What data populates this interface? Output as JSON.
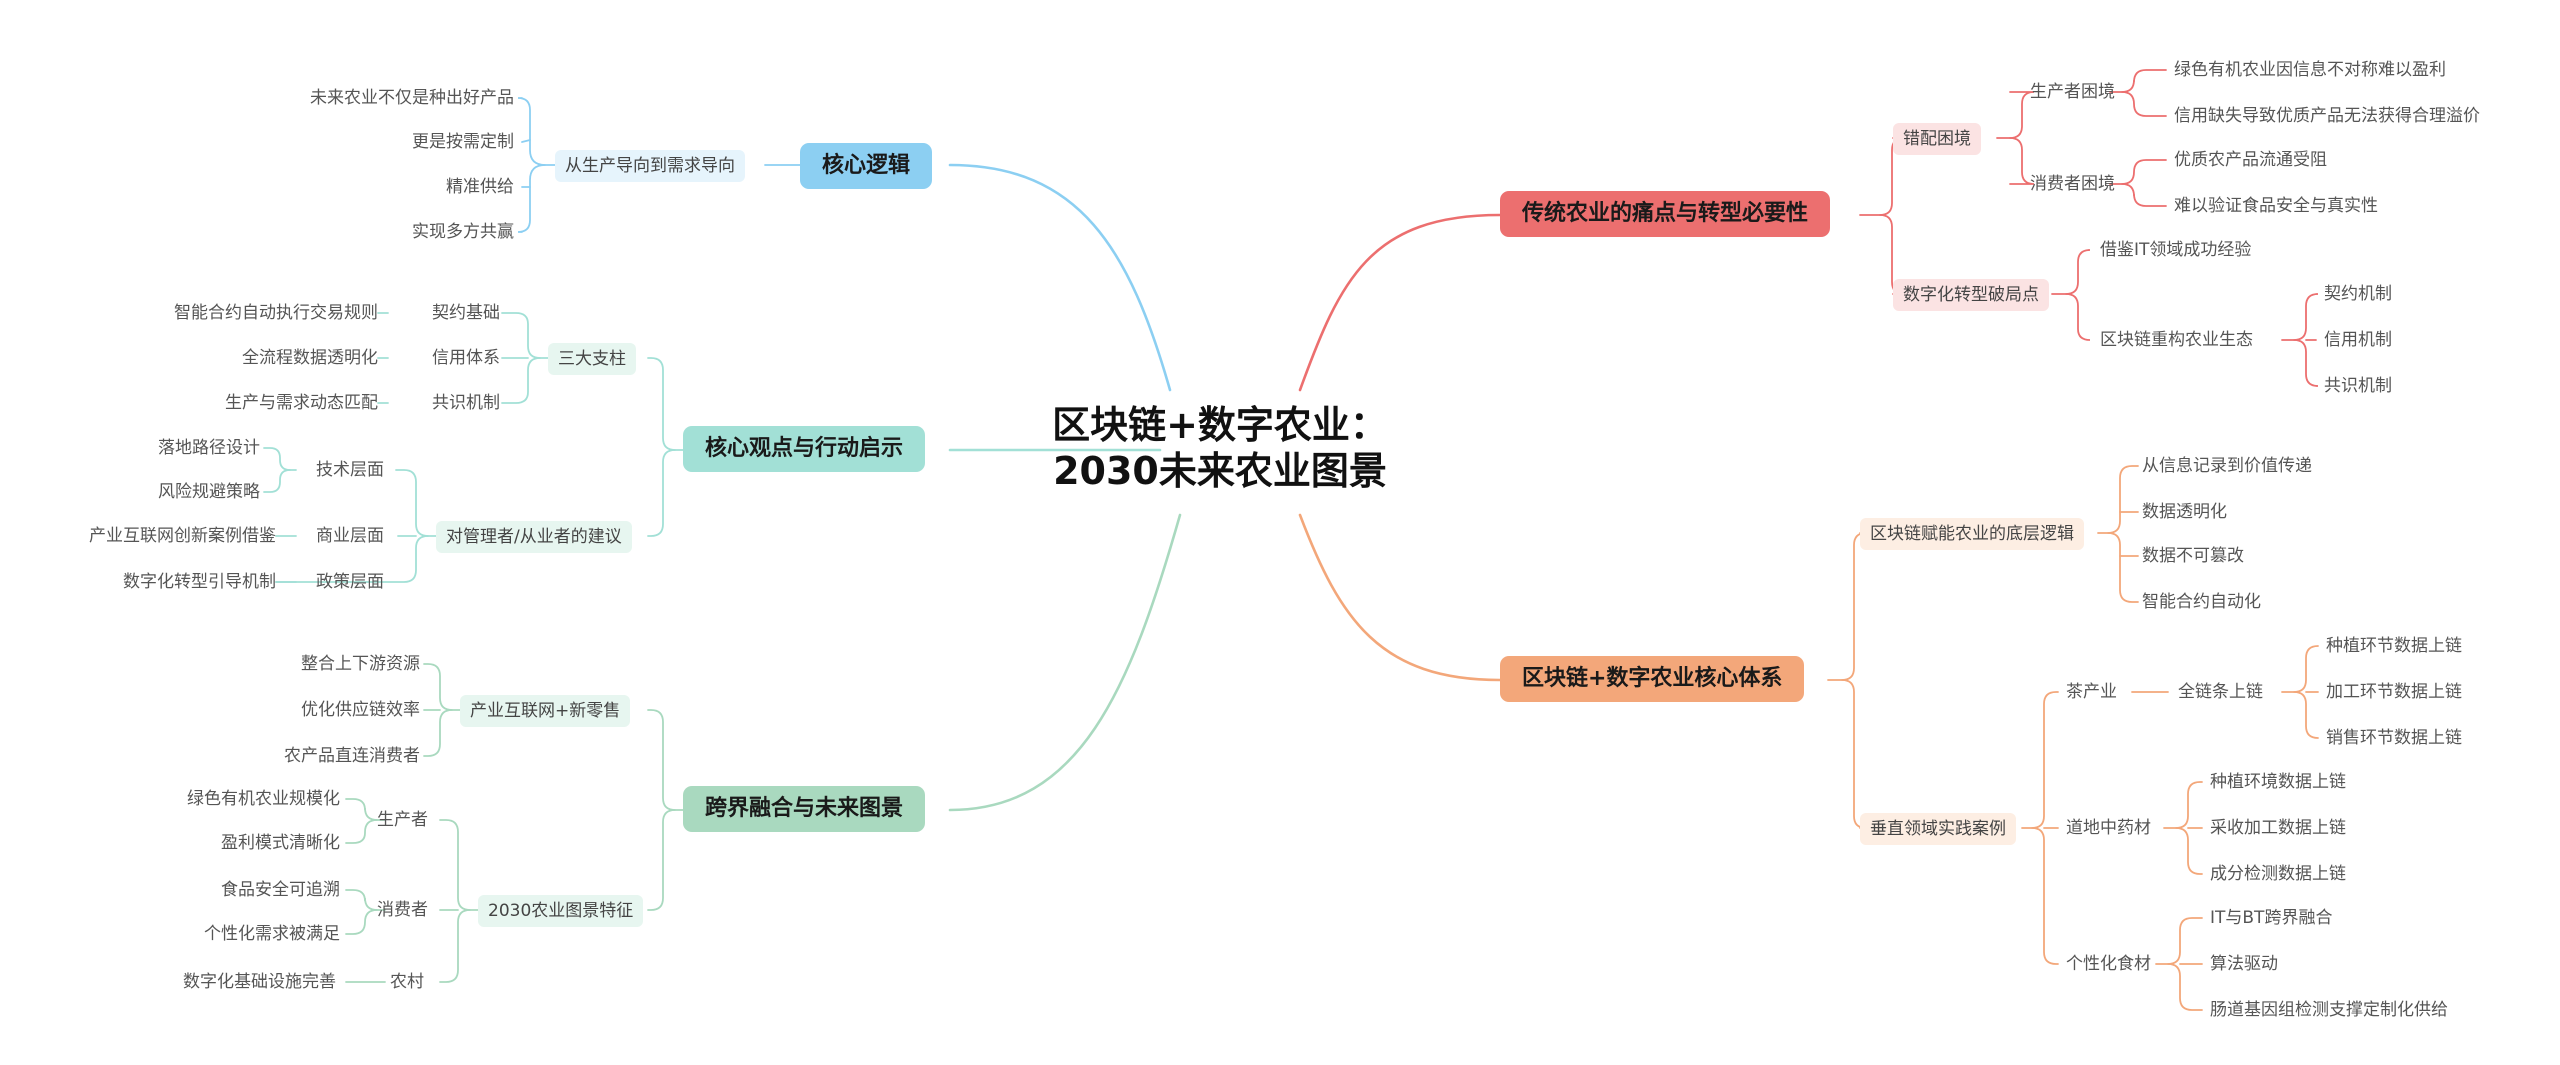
{
  "title": [
    "区块链+数字农业：",
    "2030未来农业图景"
  ],
  "colors": {
    "core_logic": "#8ccff2",
    "core_view": "#a2e0d6",
    "cross": "#a9d9bf",
    "pain": "#ec6f6f",
    "system": "#f3a77a",
    "pain_sub": "#fbe3e3",
    "system_sub": "#fdeee3",
    "blue_sub": "#e6f4fc",
    "green_sub": "#e7f6f0"
  },
  "nodes": {
    "core_logic": "核心逻辑",
    "demand_driven": "从生产导向到需求导向",
    "cl_items": [
      "未来农业不仅是种出好产品",
      "更是按需定制",
      "精准供给",
      "实现多方共赢"
    ],
    "core_view": "核心观点与行动启示",
    "three_pillars": "三大支柱",
    "pillars": [
      {
        "name": "契约基础",
        "desc": "智能合约自动执行交易规则"
      },
      {
        "name": "信用体系",
        "desc": "全流程数据透明化"
      },
      {
        "name": "共识机制",
        "desc": "生产与需求动态匹配"
      }
    ],
    "advice": "对管理者/从业者的建议",
    "advice_layers": [
      {
        "name": "技术层面",
        "items": [
          "落地路径设计",
          "风险规避策略"
        ]
      },
      {
        "name": "商业层面",
        "items": [
          "产业互联网创新案例借鉴"
        ]
      },
      {
        "name": "政策层面",
        "items": [
          "数字化转型引导机制"
        ]
      }
    ],
    "cross": "跨界融合与未来图景",
    "retail": "产业互联网+新零售",
    "retail_items": [
      "整合上下游资源",
      "优化供应链效率",
      "农产品直连消费者"
    ],
    "features": "2030农业图景特征",
    "feature_groups": [
      {
        "name": "生产者",
        "items": [
          "绿色有机农业规模化",
          "盈利模式清晰化"
        ]
      },
      {
        "name": "消费者",
        "items": [
          "食品安全可追溯",
          "个性化需求被满足"
        ]
      },
      {
        "name": "农村",
        "items": [
          "数字化基础设施完善"
        ]
      }
    ],
    "pain": "传统农业的痛点与转型必要性",
    "mismatch": "错配困境",
    "producer_dilemma": "生产者困境",
    "producer_items": [
      "绿色有机农业因信息不对称难以盈利",
      "信用缺失导致优质产品无法获得合理溢价"
    ],
    "consumer_dilemma": "消费者困境",
    "consumer_items": [
      "优质农产品流通受阻",
      "难以验证食品安全与真实性"
    ],
    "breakthrough": "数字化转型破局点",
    "it_experience": "借鉴IT领域成功经验",
    "reconstruct": "区块链重构农业生态",
    "mechanisms": [
      "契约机制",
      "信用机制",
      "共识机制"
    ],
    "system": "区块链+数字农业核心体系",
    "bottom_logic": "区块链赋能农业的底层逻辑",
    "logic_items": [
      "从信息记录到价值传递",
      "数据透明化",
      "数据不可篡改",
      "智能合约自动化"
    ],
    "cases": "垂直领域实践案例",
    "tea": "茶产业",
    "full_chain": "全链条上链",
    "tea_items": [
      "种植环节数据上链",
      "加工环节数据上链",
      "销售环节数据上链"
    ],
    "herb": "道地中药材",
    "herb_items": [
      "种植环境数据上链",
      "采收加工数据上链",
      "成分检测数据上链"
    ],
    "food": "个性化食材",
    "food_items": [
      "IT与BT跨界融合",
      "算法驱动",
      "肠道基因组检测支撑定制化供给"
    ]
  }
}
